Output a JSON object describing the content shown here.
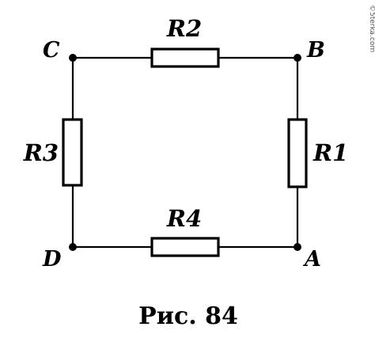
{
  "diagram": {
    "nodes": {
      "a": "A",
      "b": "B",
      "c": "C",
      "d": "D"
    },
    "resistors": {
      "r1": "R1",
      "r2": "R2",
      "r3": "R3",
      "r4": "R4"
    },
    "caption": "Рис. 84",
    "watermark": "©5terka.com"
  }
}
